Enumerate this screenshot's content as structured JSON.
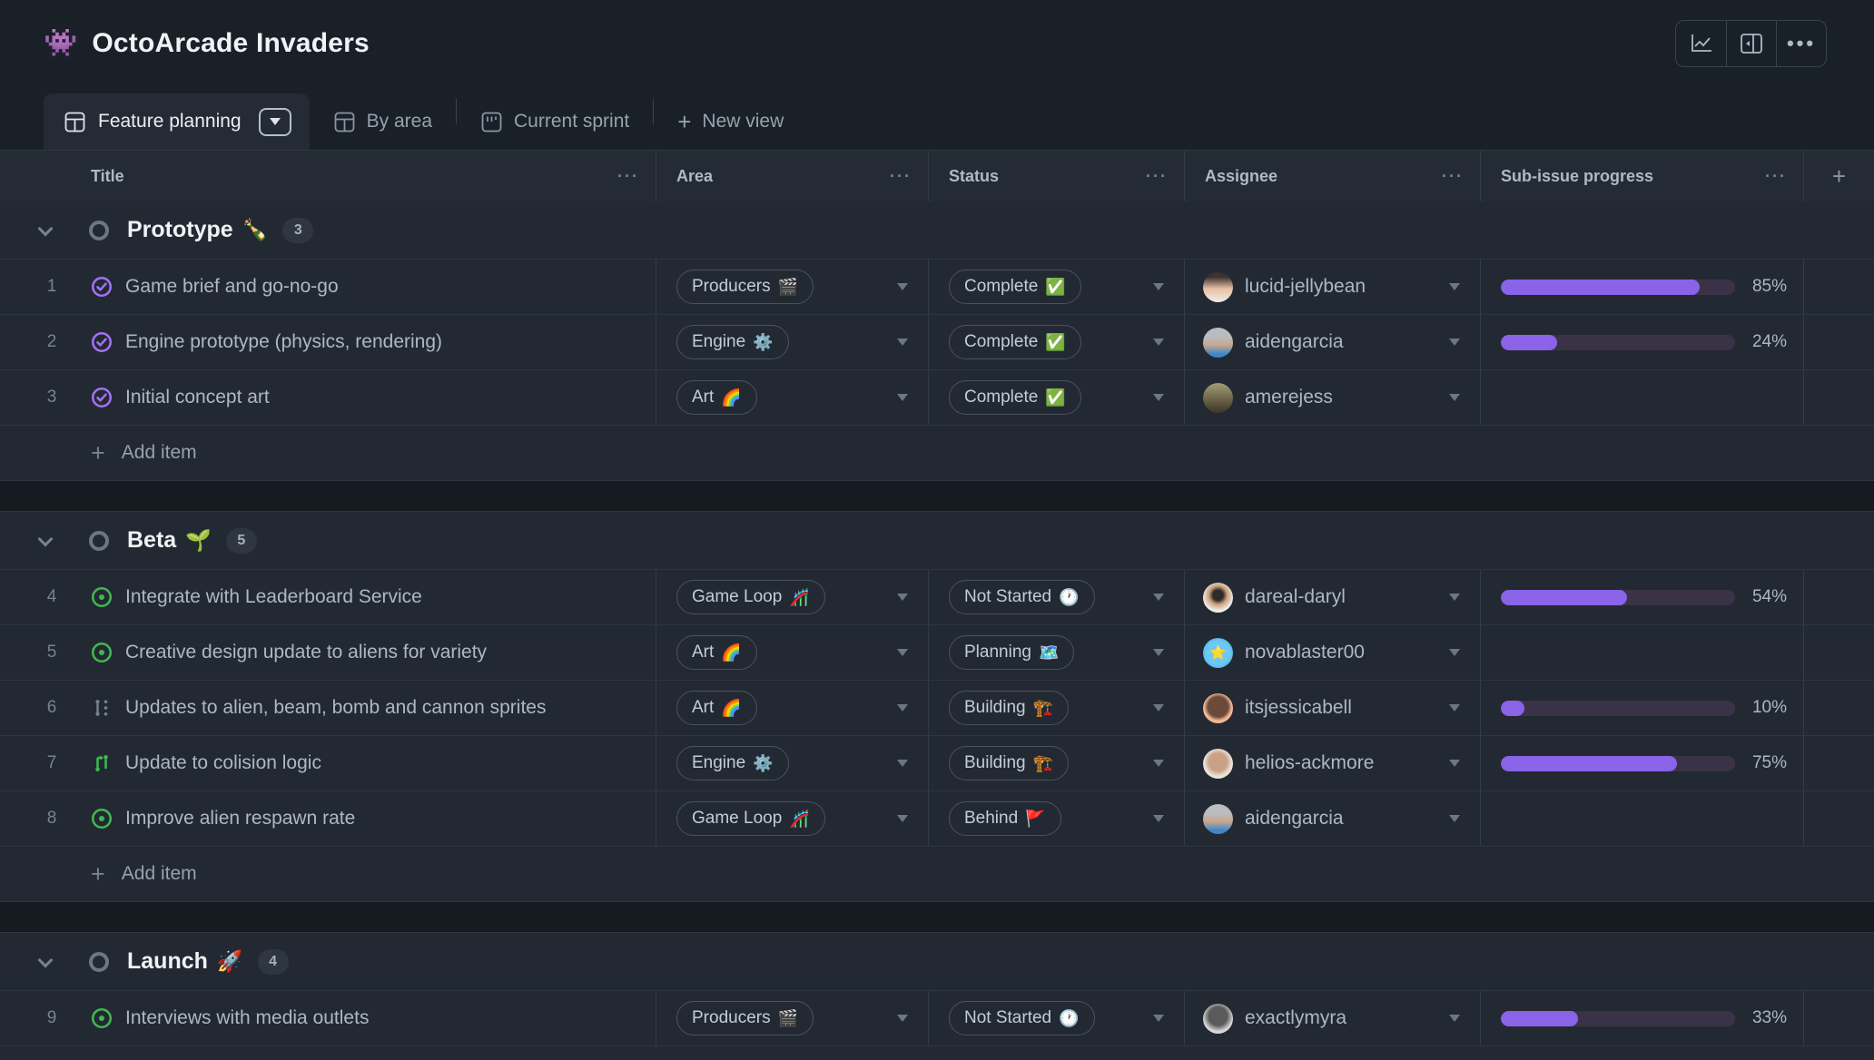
{
  "header": {
    "emoji": "👾",
    "title": "OctoArcade Invaders"
  },
  "toolbar": {
    "buttons": [
      {
        "name": "insights"
      },
      {
        "name": "side-panel"
      },
      {
        "name": "more-options"
      }
    ]
  },
  "tabs": {
    "active": {
      "label": "Feature planning"
    },
    "others": [
      {
        "label": "By area"
      },
      {
        "label": "Current sprint"
      }
    ],
    "new_view_label": "New view"
  },
  "columns": {
    "title": "Title",
    "area": "Area",
    "status": "Status",
    "assignee": "Assignee",
    "progress": "Sub-issue progress",
    "menu_icon": "···",
    "add_field_icon": "+"
  },
  "add_item_label": "Add item",
  "colors": {
    "accent_progress": "#8a63e8",
    "progress_track": "#3a3347",
    "issue_open_green": "#3fb950",
    "issue_closed_purple": "#a371f7",
    "complete_check": "#2ea043"
  },
  "groups": [
    {
      "name": "Prototype",
      "emoji": "🍾",
      "count": "3",
      "rows": [
        {
          "num": "1",
          "icon": "issue-closed",
          "title": "Game brief and go-no-go",
          "area": {
            "label": "Producers",
            "emoji": "🎬"
          },
          "status": {
            "label": "Complete",
            "emoji": "✅"
          },
          "assignee": "lucid-jellybean",
          "progress": 85,
          "progress_label": "85%"
        },
        {
          "num": "2",
          "icon": "issue-closed",
          "title": "Engine prototype (physics, rendering)",
          "area": {
            "label": "Engine",
            "emoji": "⚙️"
          },
          "status": {
            "label": "Complete",
            "emoji": "✅"
          },
          "assignee": "aidengarcia",
          "progress": 24,
          "progress_label": "24%"
        },
        {
          "num": "3",
          "icon": "issue-closed",
          "title": "Initial concept art",
          "area": {
            "label": "Art",
            "emoji": "🌈"
          },
          "status": {
            "label": "Complete",
            "emoji": "✅"
          },
          "assignee": "amerejess",
          "progress": null,
          "progress_label": ""
        }
      ]
    },
    {
      "name": "Beta",
      "emoji": "🌱",
      "count": "5",
      "rows": [
        {
          "num": "4",
          "icon": "issue-open",
          "title": "Integrate with Leaderboard Service",
          "area": {
            "label": "Game Loop",
            "emoji": "🎢"
          },
          "status": {
            "label": "Not Started",
            "emoji": "🕐"
          },
          "assignee": "dareal-daryl",
          "progress": 54,
          "progress_label": "54%"
        },
        {
          "num": "5",
          "icon": "issue-open",
          "title": "Creative design update to aliens for variety",
          "area": {
            "label": "Art",
            "emoji": "🌈"
          },
          "status": {
            "label": "Planning",
            "emoji": "🗺️"
          },
          "assignee": "novablaster00",
          "progress": null,
          "progress_label": ""
        },
        {
          "num": "6",
          "icon": "draft-issue",
          "title": "Updates to alien, beam, bomb and cannon sprites",
          "area": {
            "label": "Art",
            "emoji": "🌈"
          },
          "status": {
            "label": "Building",
            "emoji": "🏗️"
          },
          "assignee": "itsjessicabell",
          "progress": 10,
          "progress_label": "10%"
        },
        {
          "num": "7",
          "icon": "git-compare",
          "title": "Update to colision logic",
          "area": {
            "label": "Engine",
            "emoji": "⚙️"
          },
          "status": {
            "label": "Building",
            "emoji": "🏗️"
          },
          "assignee": "helios-ackmore",
          "progress": 75,
          "progress_label": "75%"
        },
        {
          "num": "8",
          "icon": "issue-open",
          "title": "Improve alien respawn rate",
          "area": {
            "label": "Game Loop",
            "emoji": "🎢"
          },
          "status": {
            "label": "Behind",
            "emoji": "🚩"
          },
          "assignee": "aidengarcia",
          "progress": null,
          "progress_label": ""
        }
      ]
    },
    {
      "name": "Launch",
      "emoji": "🚀",
      "count": "4",
      "rows": [
        {
          "num": "9",
          "icon": "issue-open",
          "title": "Interviews with media outlets",
          "area": {
            "label": "Producers",
            "emoji": "🎬"
          },
          "status": {
            "label": "Not Started",
            "emoji": "🕐"
          },
          "assignee": "exactlymyra",
          "progress": 33,
          "progress_label": "33%"
        }
      ]
    }
  ],
  "avatars": {
    "novablaster00_glyph": "⭐"
  }
}
